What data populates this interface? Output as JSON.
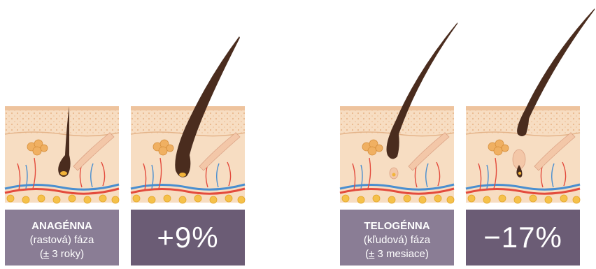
{
  "panels": [
    {
      "type": "phase",
      "title": "ANAGÉNNA",
      "line2": "(rastová) fáza",
      "line3_pm": "±",
      "line3_rest": " 3 roky"
    },
    {
      "type": "percent",
      "value": "+9%"
    },
    {
      "type": "phase",
      "title": "TELOGÉNNA",
      "line2": "(kľudová) fáza",
      "line3_pm": "±",
      "line3_rest": " 3 mesiace"
    },
    {
      "type": "percent",
      "value": "−17%"
    }
  ],
  "colors": {
    "label_light": "#8a7d95",
    "label_dark": "#6b5c75",
    "hair": "#4a2c1e",
    "skin": "#f6d7b8"
  }
}
